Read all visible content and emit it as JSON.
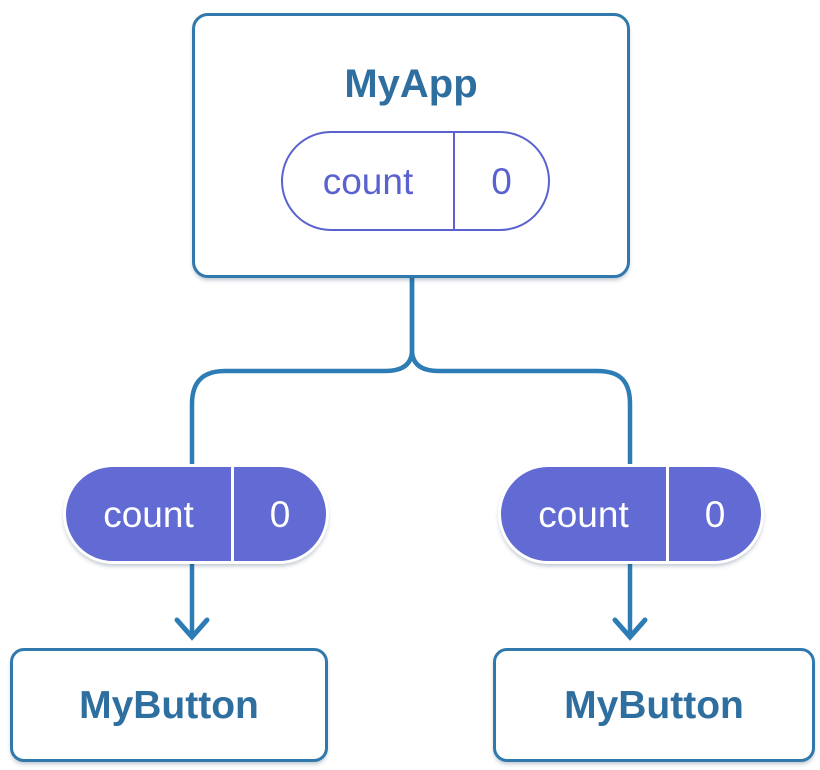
{
  "diagram": {
    "description": "React component tree showing shared state lifted to parent",
    "root": {
      "title": "MyApp",
      "state": {
        "name": "count",
        "value": "0"
      }
    },
    "children": [
      {
        "title": "MyButton",
        "state": {
          "name": "count",
          "value": "0"
        }
      },
      {
        "title": "MyButton",
        "state": {
          "name": "count",
          "value": "0"
        }
      }
    ],
    "colors": {
      "node_border": "#3179AD",
      "node_text": "#2F6F9F",
      "connector": "#2E7CB5",
      "state_accent": "#5A62CF",
      "state_fill": "#626AD3",
      "state_text_on_fill": "#FFFFFF",
      "background": "#FFFFFF"
    }
  }
}
